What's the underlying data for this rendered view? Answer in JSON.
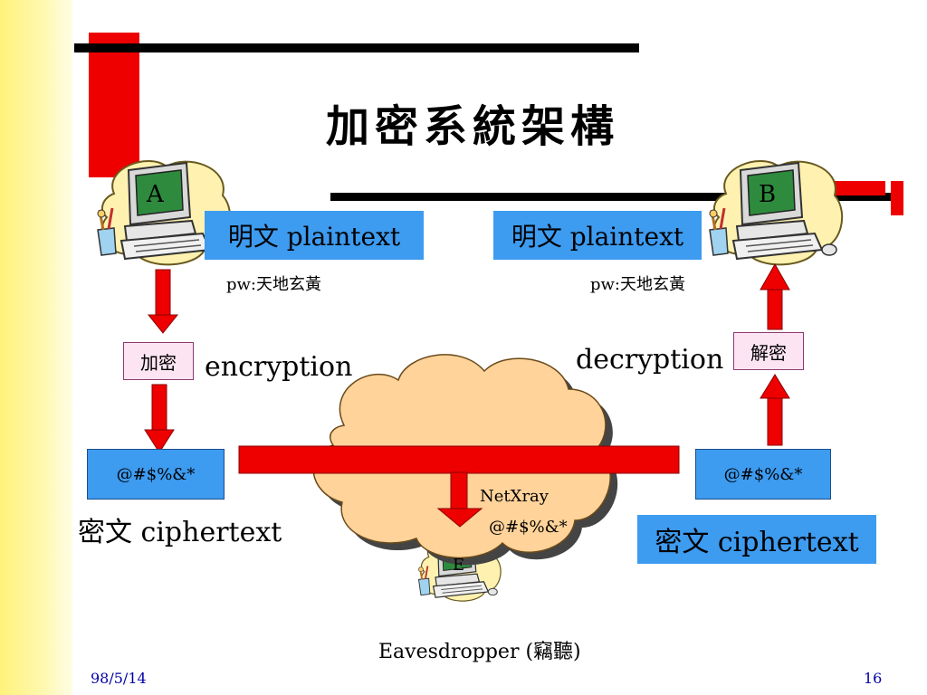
{
  "title": "加密系統架構",
  "nodes": {
    "a_label": "A",
    "b_label": "B",
    "e_label": "E"
  },
  "sender": {
    "plaintext_label": "明文 plaintext",
    "password": "pw:天地玄黃",
    "encrypt_box": "加密",
    "encrypt_label": "encryption",
    "cipher_box": "@#$%&*",
    "ciphertext_label": "密文 ciphertext"
  },
  "receiver": {
    "plaintext_label": "明文 plaintext",
    "password": "pw:天地玄黃",
    "decrypt_box": "解密",
    "decrypt_label": "decryption",
    "cipher_box": "@#$%&*",
    "ciphertext_label": "密文 ciphertext"
  },
  "eavesdropper": {
    "tool_label": "NetXray",
    "intercepted_text": "@#$%&*",
    "caption": "Eavesdropper (竊聽)"
  },
  "footer": {
    "date": "98/5/14",
    "page_number": "16"
  },
  "colors": {
    "accent_red": "#ee0000",
    "box_blue": "#3d9bf0",
    "cloud_orange": "#ffd39a",
    "gutter_yellow": "#fff27a"
  }
}
